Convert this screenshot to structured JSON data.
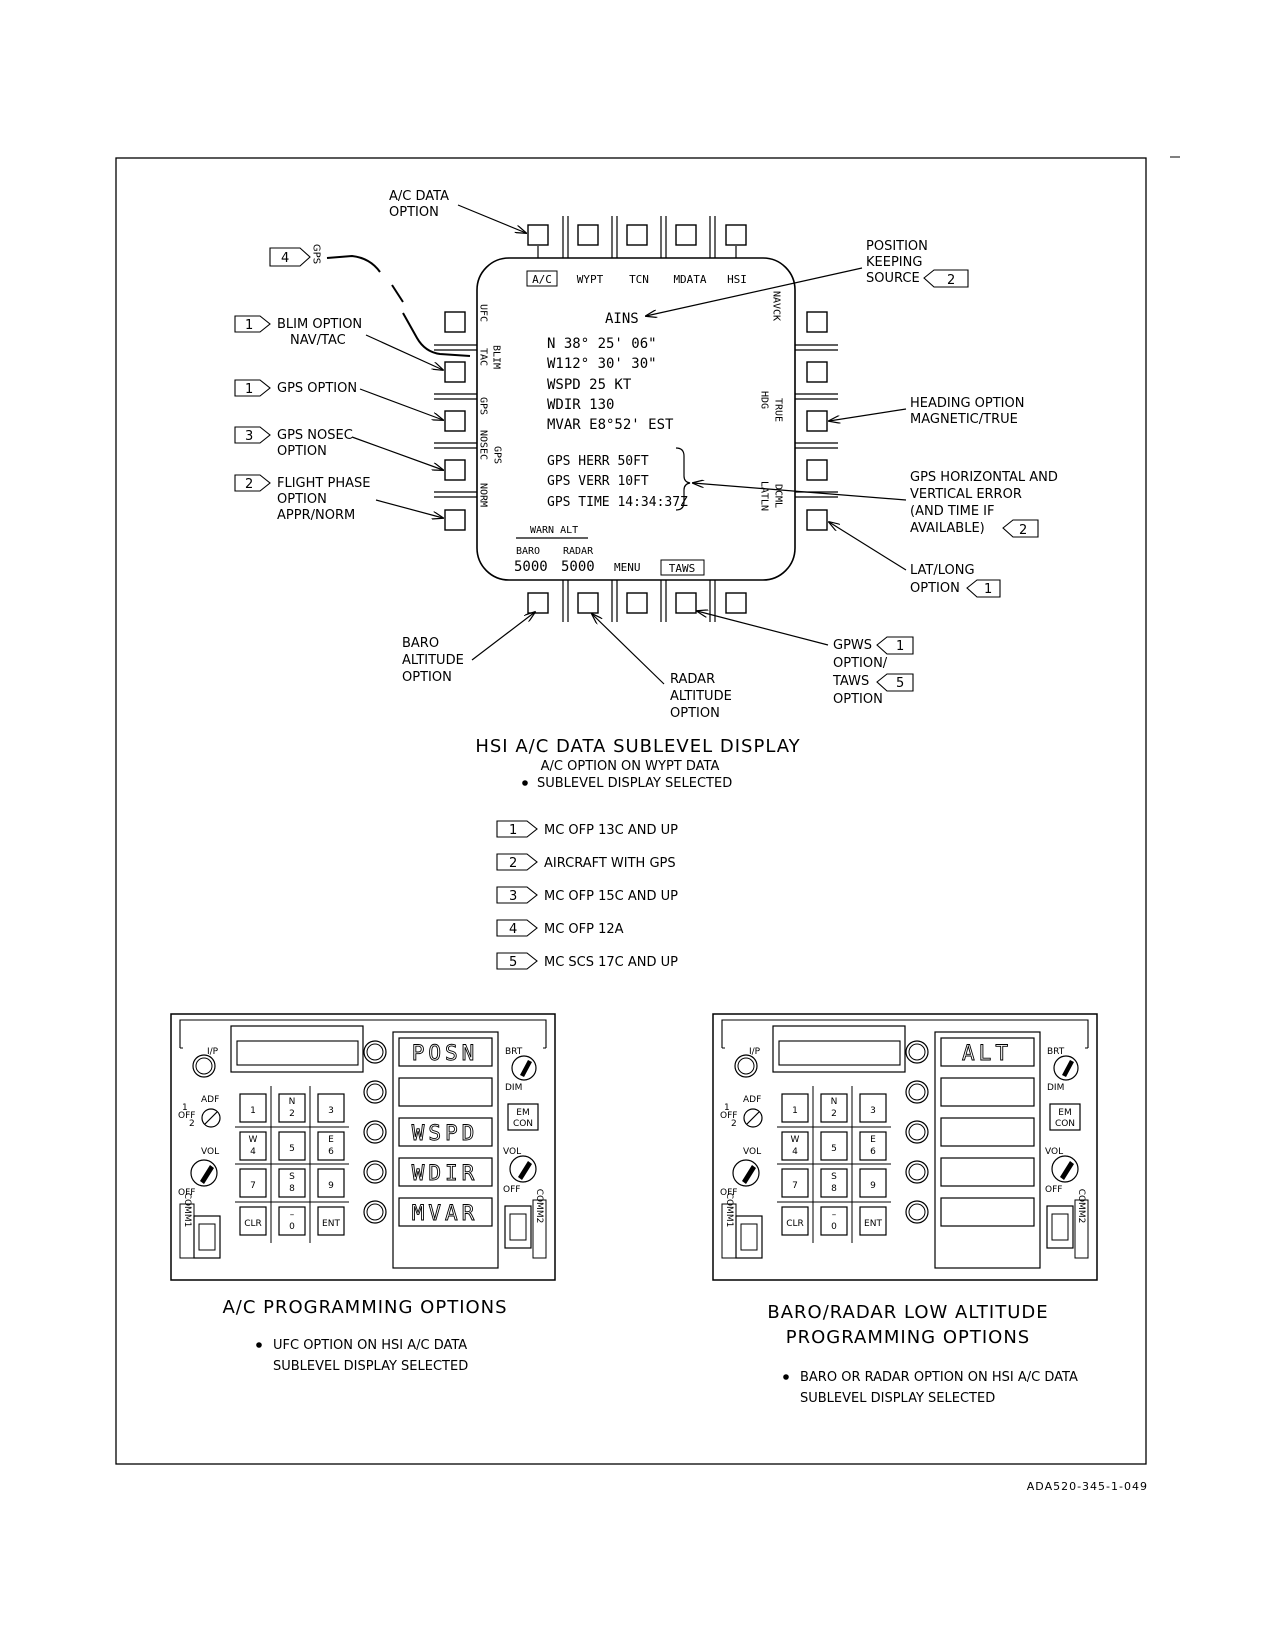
{
  "figure_id": "ADA520-345-1-049",
  "hsi": {
    "top_labels": [
      "A/C",
      "WYPT",
      "TCN",
      "MDATA",
      "HSI"
    ],
    "left_labels": [
      "UFC",
      "TAC",
      "BLIM",
      "GPS",
      "NOSEC",
      "GPS",
      "NORM"
    ],
    "right_labels": [
      "NAVCK",
      "HDG",
      "TRUE",
      "LATLN",
      "DCML"
    ],
    "center": {
      "source": "AINS",
      "lat": "N  38°  25'  06\"",
      "lon": "W112°  30'  30\"",
      "wspd": "WSPD  25   KT",
      "wdir": "WDIR  130",
      "mvar": "MVAR  E8°52' EST",
      "gps_herr": "GPS HERR  50FT",
      "gps_verr": "GPS VERR   10FT",
      "gps_time": "GPS TIME 14:34:37Z"
    },
    "bottom": {
      "warn_alt": "WARN ALT",
      "baro": "BARO",
      "radar": "RADAR",
      "baro_value": "5000",
      "radar_value": "5000",
      "menu": "MENU",
      "taws": "TAWS"
    }
  },
  "callouts": {
    "ac_data": [
      "A/C DATA",
      "OPTION"
    ],
    "gps_tag_num": "4",
    "gps_tag_text": "GPS",
    "blim": [
      "BLIM OPTION",
      "NAV/TAC"
    ],
    "blim_num": "1",
    "gps_option": "GPS OPTION",
    "gps_option_num": "1",
    "gps_nosec": [
      "GPS NOSEC",
      "OPTION"
    ],
    "gps_nosec_num": "3",
    "flight_phase": [
      "FLIGHT PHASE",
      "OPTION",
      "APPR/NORM"
    ],
    "flight_phase_num": "2",
    "position_keeping": [
      "POSITION",
      "KEEPING",
      "SOURCE"
    ],
    "position_keeping_num": "2",
    "heading": [
      "HEADING OPTION",
      "MAGNETIC/TRUE"
    ],
    "gps_error": [
      "GPS HORIZONTAL AND",
      "VERTICAL ERROR",
      "(AND TIME IF",
      "AVAILABLE)"
    ],
    "gps_error_num": "2",
    "latlong": [
      "LAT/LONG",
      "OPTION"
    ],
    "latlong_num": "1",
    "baro_alt": [
      "BARO",
      "ALTITUDE",
      "OPTION"
    ],
    "radar_alt": [
      "RADAR",
      "ALTITUDE",
      "OPTION"
    ],
    "gpws": [
      "GPWS",
      "OPTION/",
      "TAWS",
      "OPTION"
    ],
    "gpws_num": "1",
    "taws_num": "5"
  },
  "title": {
    "main": "HSI A/C DATA SUBLEVEL DISPLAY",
    "sub1": "A/C OPTION ON WYPT DATA",
    "sub2": "SUBLEVEL DISPLAY SELECTED"
  },
  "legend": [
    {
      "num": "1",
      "text": "MC OFP 13C AND UP"
    },
    {
      "num": "2",
      "text": "AIRCRAFT WITH GPS"
    },
    {
      "num": "3",
      "text": "MC OFP 15C AND UP"
    },
    {
      "num": "4",
      "text": "MC OFP 12A"
    },
    {
      "num": "5",
      "text": "MC SCS 17C AND UP"
    }
  ],
  "ufc_common": {
    "ip": "I/P",
    "adf": "ADF",
    "adf_1": "1",
    "adf_off": "OFF",
    "adf_2": "2",
    "vol": "VOL",
    "off": "OFF",
    "brt": "BRT",
    "dim": "DIM",
    "emcon_1": "EM",
    "emcon_2": "CON",
    "comm1": "COMM1",
    "comm2": "COMM2",
    "keys": [
      {
        "top": "",
        "bottom": "1"
      },
      {
        "top": "N",
        "bottom": "2"
      },
      {
        "top": "",
        "bottom": "3"
      },
      {
        "top": "W",
        "bottom": "4"
      },
      {
        "top": "",
        "bottom": "5"
      },
      {
        "top": "E",
        "bottom": "6"
      },
      {
        "top": "",
        "bottom": "7"
      },
      {
        "top": "S",
        "bottom": "8"
      },
      {
        "top": "",
        "bottom": "9"
      },
      {
        "top": "",
        "bottom": "CLR"
      },
      {
        "top": "–",
        "bottom": "0"
      },
      {
        "top": "",
        "bottom": "ENT"
      }
    ]
  },
  "ufc_left": {
    "options": [
      "POSN",
      "",
      "WSPD",
      "WDIR",
      "MVAR"
    ],
    "caption": "A/C PROGRAMMING OPTIONS",
    "note1": "UFC OPTION ON HSI A/C DATA",
    "note2": "SUBLEVEL DISPLAY SELECTED"
  },
  "ufc_right": {
    "options": [
      "ALT",
      "",
      "",
      "",
      ""
    ],
    "caption1": "BARO/RADAR LOW ALTITUDE",
    "caption2": "PROGRAMMING OPTIONS",
    "note1": "BARO OR RADAR OPTION ON HSI A/C DATA",
    "note2": "SUBLEVEL DISPLAY SELECTED"
  }
}
